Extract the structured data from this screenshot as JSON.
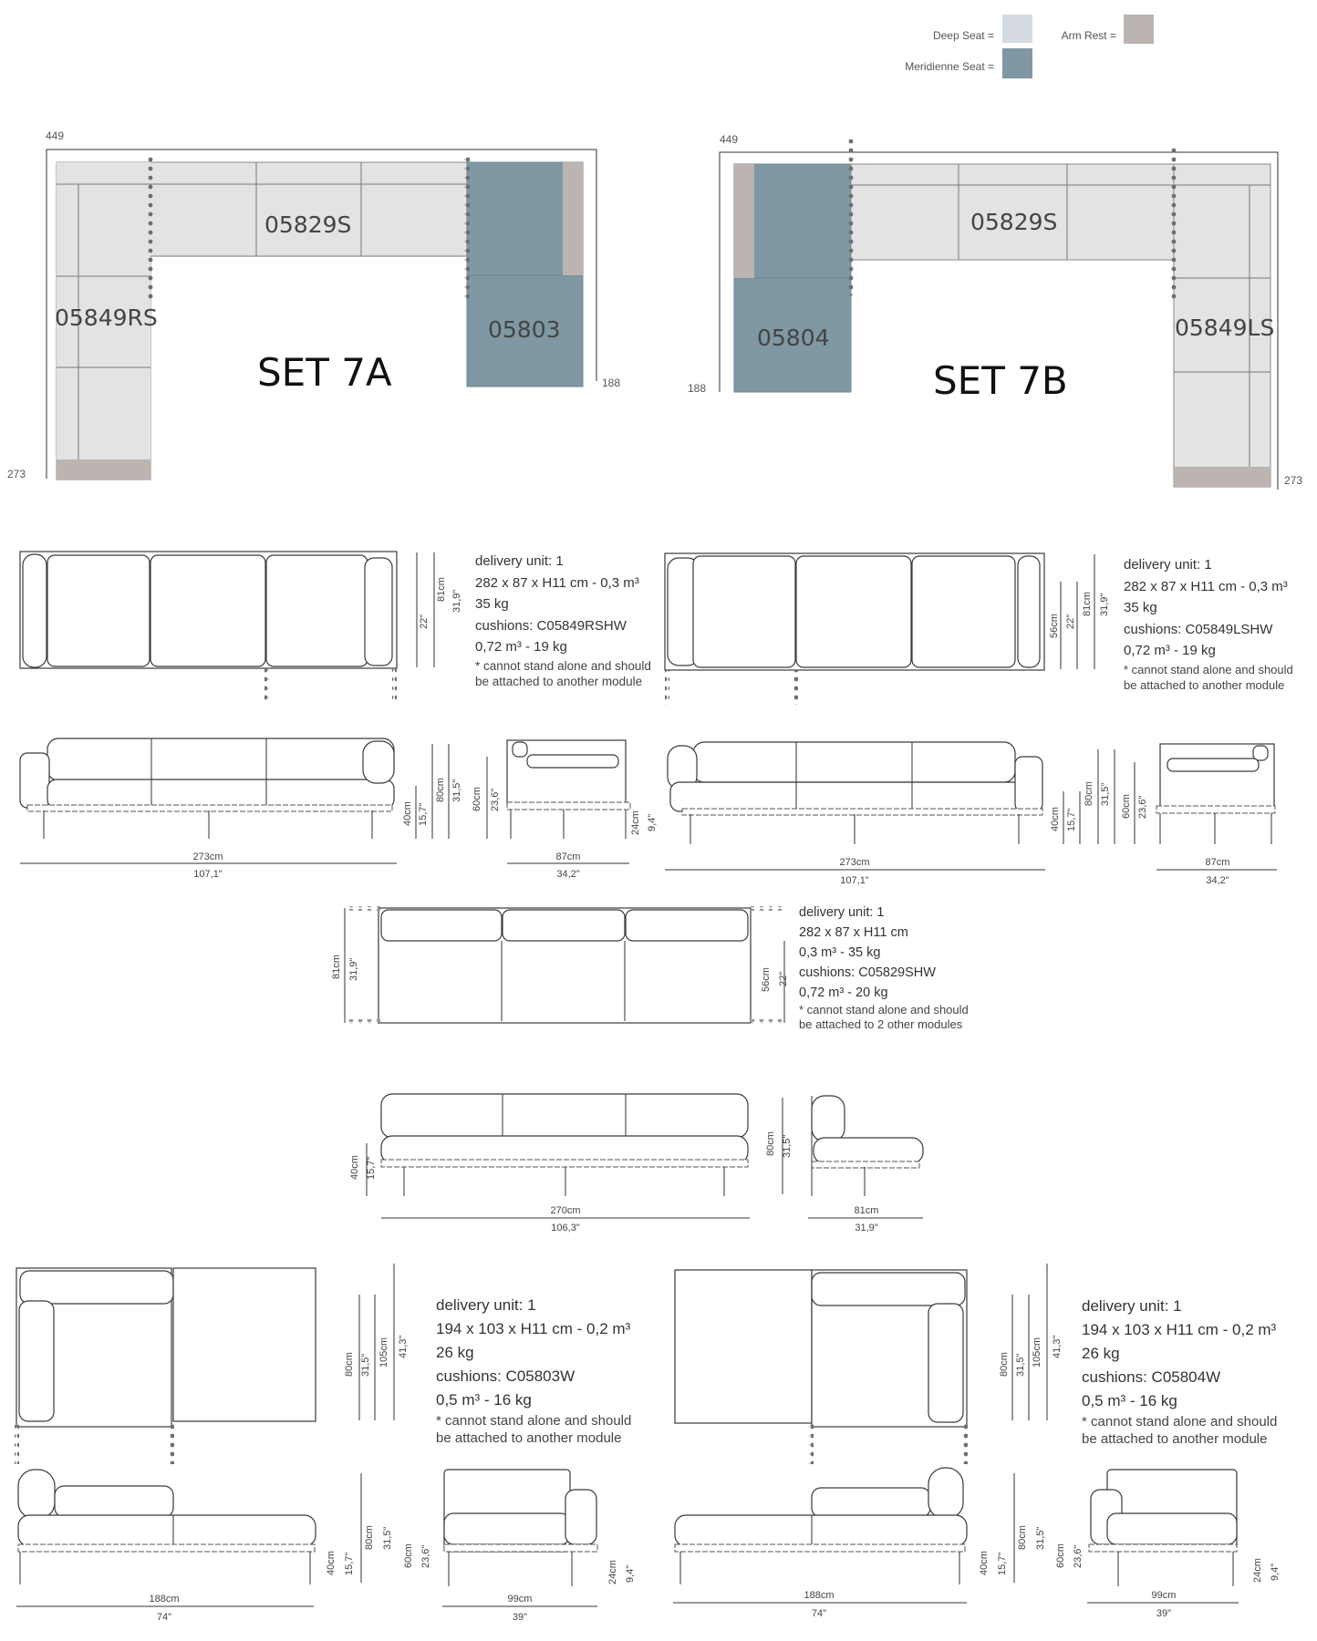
{
  "legend": {
    "deep_seat": "Deep Seat =",
    "meridienne_seat": "Meridienne Seat =",
    "arm_rest": "Arm Rest =",
    "colors": {
      "deep_seat": "#d5dbe1",
      "meridienne_seat": "#7f98a3",
      "arm_rest": "#bbb4b1",
      "module_fill": "#e3e3e3"
    }
  },
  "set_7a": {
    "title": "SET 7A",
    "dim_width": "449",
    "dim_depth_right": "188",
    "dim_depth_left": "273",
    "modules": {
      "left": "05849RS",
      "middle": "05829S",
      "right": "05803"
    }
  },
  "set_7b": {
    "title": "SET 7B",
    "dim_width": "449",
    "dim_depth_left": "188",
    "dim_depth_right": "273",
    "modules": {
      "left": "05804",
      "middle": "05829S",
      "right": "05849LS"
    }
  },
  "module_05849rs": {
    "info": [
      "delivery unit: 1",
      "282 x 87 x H11 cm - 0,3 m³",
      "35 kg",
      "cushions: C05849RSHW",
      "0,72 m³ - 19 kg"
    ],
    "note": [
      "* cannot stand alone and should",
      "be attached to another module"
    ],
    "top_dims": [
      "22\"",
      "81cm",
      "31,9\""
    ],
    "front_dims": [
      "40cm",
      "15,7\"",
      "80cm",
      "31,5\"",
      "60cm",
      "23,6\""
    ],
    "width": [
      "273cm",
      "107,1\""
    ],
    "side_dims": [
      "24cm",
      "9,4\""
    ],
    "side_width": [
      "87cm",
      "34,2\""
    ]
  },
  "module_05849ls": {
    "info": [
      "delivery unit: 1",
      "282 x 87 x H11 cm - 0,3 m³",
      "35 kg",
      "cushions: C05849LSHW",
      "0,72 m³ - 19 kg"
    ],
    "note": [
      "* cannot stand alone and should",
      "be attached to another module"
    ],
    "top_dims": [
      "56cm",
      "22\"",
      "81cm",
      "31,9\""
    ],
    "front_dims": [
      "40cm",
      "15,7\"",
      "80cm",
      "31,5\"",
      "60cm",
      "23,6\""
    ],
    "width": [
      "273cm",
      "107,1\""
    ],
    "side_width": [
      "87cm",
      "34,2\""
    ]
  },
  "module_05829s": {
    "info": [
      "delivery unit: 1",
      "282 x 87 x H11 cm",
      "0,3 m³ - 35 kg",
      "cushions: C05829SHW",
      "0,72 m³ - 20 kg"
    ],
    "note": [
      "* cannot stand alone and should",
      "be attached to 2 other modules"
    ],
    "top_dims": [
      "81cm",
      "31,9\"",
      "56cm",
      "22\""
    ],
    "front_dims": [
      "40cm",
      "15,7\"",
      "80cm",
      "31,5\""
    ],
    "width": [
      "270cm",
      "106,3\""
    ],
    "side_width": [
      "81cm",
      "31,9\""
    ]
  },
  "module_05803": {
    "info": [
      "delivery unit: 1",
      "194 x 103 x H11 cm - 0,2 m³",
      "26 kg",
      "cushions: C05803W",
      "0,5 m³ - 16 kg"
    ],
    "note": [
      "* cannot stand alone and should",
      "be attached to another module"
    ],
    "top_dims": [
      "80cm",
      "31,5\"",
      "105cm",
      "41,3\""
    ],
    "front_dims": [
      "40cm",
      "15,7\"",
      "80cm",
      "31,5\"",
      "60cm",
      "23,6\""
    ],
    "width": [
      "188cm",
      "74\""
    ],
    "side_dims": [
      "24cm",
      "9,4\""
    ],
    "side_width": [
      "99cm",
      "39\""
    ]
  },
  "module_05804": {
    "info": [
      "delivery unit: 1",
      "194 x 103 x H11 cm - 0,2 m³",
      "26 kg",
      "cushions: C05804W",
      "0,5 m³ - 16 kg"
    ],
    "note": [
      "* cannot stand alone and should",
      "be attached to another module"
    ],
    "top_dims": [
      "80cm",
      "31,5\"",
      "105cm",
      "41,3\""
    ],
    "front_dims": [
      "40cm",
      "15,7\"",
      "80cm",
      "31,5\"",
      "60cm",
      "23,6\""
    ],
    "width": [
      "188cm",
      "74\""
    ],
    "side_dims": [
      "24cm",
      "9,4\""
    ],
    "side_width": [
      "99cm",
      "39\""
    ]
  }
}
